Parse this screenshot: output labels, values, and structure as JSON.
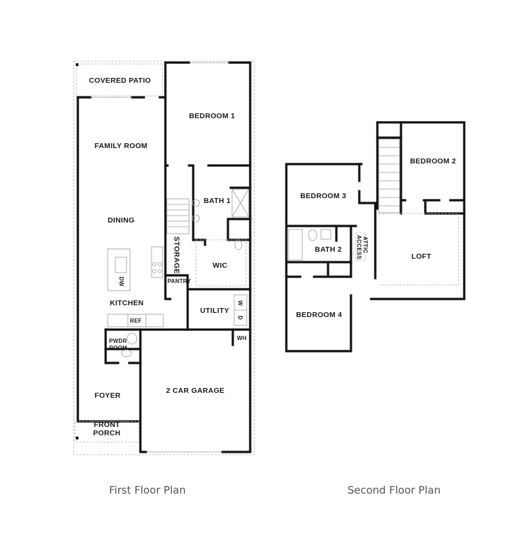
{
  "first_floor": {
    "caption": "First Floor Plan",
    "rooms": {
      "covered_patio": "COVERED PATIO",
      "bedroom1": "BEDROOM 1",
      "family_room": "FAMILY ROOM",
      "bath1": "BATH 1",
      "dining": "DINING",
      "storage": "STORAGE",
      "wic": "WIC",
      "pantry": "PANTRY",
      "dw": "DW",
      "kitchen": "KITCHEN",
      "utility": "UTILITY",
      "w": "W",
      "d": "D",
      "ref": "REF",
      "pwdr1": "PWDR",
      "pwdr2": "ROOM",
      "wh": "WH",
      "garage": "2 CAR GARAGE",
      "foyer": "FOYER",
      "porch1": "FRONT",
      "porch2": "PORCH"
    }
  },
  "second_floor": {
    "caption": "Second Floor Plan",
    "rooms": {
      "bedroom2": "BEDROOM 2",
      "bedroom3": "BEDROOM 3",
      "bath2": "BATH 2",
      "attic1": "ATTIC",
      "attic2": "ACCESS",
      "loft": "LOFT",
      "bedroom4": "BEDROOM 4"
    }
  }
}
